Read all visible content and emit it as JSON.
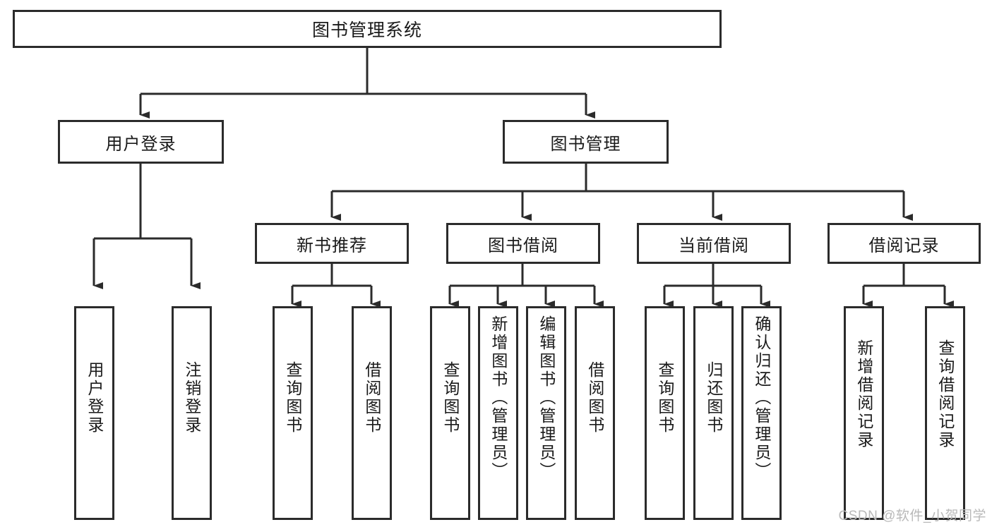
{
  "diagram": {
    "type": "tree",
    "title": "图书管理系统",
    "orientation": "top-down",
    "colors": {
      "box_border": "#2b2b2b",
      "box_fill": "#ffffff",
      "connector": "#2b2b2b",
      "text": "#1a1a1a",
      "watermark": "#b9b9b9",
      "background": "#ffffff"
    },
    "root": {
      "label": "图书管理系统"
    },
    "level2": [
      {
        "label": "用户登录"
      },
      {
        "label": "图书管理"
      }
    ],
    "level3": [
      {
        "label": "新书推荐"
      },
      {
        "label": "图书借阅"
      },
      {
        "label": "当前借阅"
      },
      {
        "label": "借阅记录"
      }
    ],
    "leaves": {
      "user_login": [
        {
          "label": "用户登录"
        },
        {
          "label": "注销登录"
        }
      ],
      "new_book": [
        {
          "label": "查询图书"
        },
        {
          "label": "借阅图书"
        }
      ],
      "borrow_book": [
        {
          "label": "查询图书"
        },
        {
          "label": "新增图书（管理员）"
        },
        {
          "label": "编辑图书（管理员）"
        },
        {
          "label": "借阅图书"
        }
      ],
      "current_borrow": [
        {
          "label": "查询图书"
        },
        {
          "label": "归还图书"
        },
        {
          "label": "确认归还（管理员）"
        }
      ],
      "borrow_record": [
        {
          "label": "新增借阅记录"
        },
        {
          "label": "查询借阅记录"
        }
      ]
    }
  },
  "watermark": {
    "text": "CSDN @软件_小贺同学"
  }
}
